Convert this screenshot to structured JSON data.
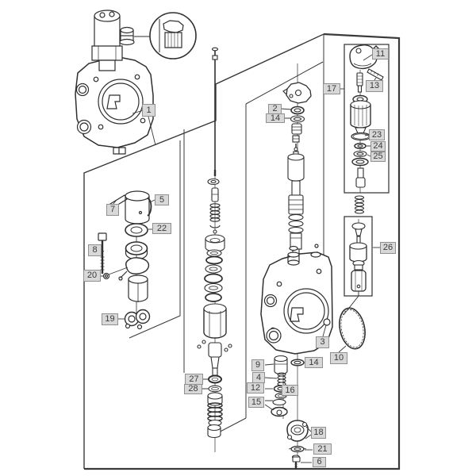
{
  "diagram": {
    "kind": "exploded-parts-diagram",
    "background": "#ffffff",
    "line_color": "#3a3a3a",
    "callout_bg": "#d8d8d8",
    "callout_border": "#909090",
    "callout_text_color": "#3b3b3b",
    "callouts": [
      {
        "label": "1"
      },
      {
        "label": "2"
      },
      {
        "label": "3"
      },
      {
        "label": "4"
      },
      {
        "label": "5"
      },
      {
        "label": "6"
      },
      {
        "label": "7"
      },
      {
        "label": "8"
      },
      {
        "label": "9"
      },
      {
        "label": "10"
      },
      {
        "label": "11"
      },
      {
        "label": "12"
      },
      {
        "label": "13"
      },
      {
        "label": "14"
      },
      {
        "label": "14"
      },
      {
        "label": "15"
      },
      {
        "label": "16"
      },
      {
        "label": "17"
      },
      {
        "label": "18"
      },
      {
        "label": "19"
      },
      {
        "label": "20"
      },
      {
        "label": "21"
      },
      {
        "label": "22"
      },
      {
        "label": "23"
      },
      {
        "label": "24"
      },
      {
        "label": "25"
      },
      {
        "label": "26"
      },
      {
        "label": "27"
      },
      {
        "label": "28"
      }
    ]
  }
}
